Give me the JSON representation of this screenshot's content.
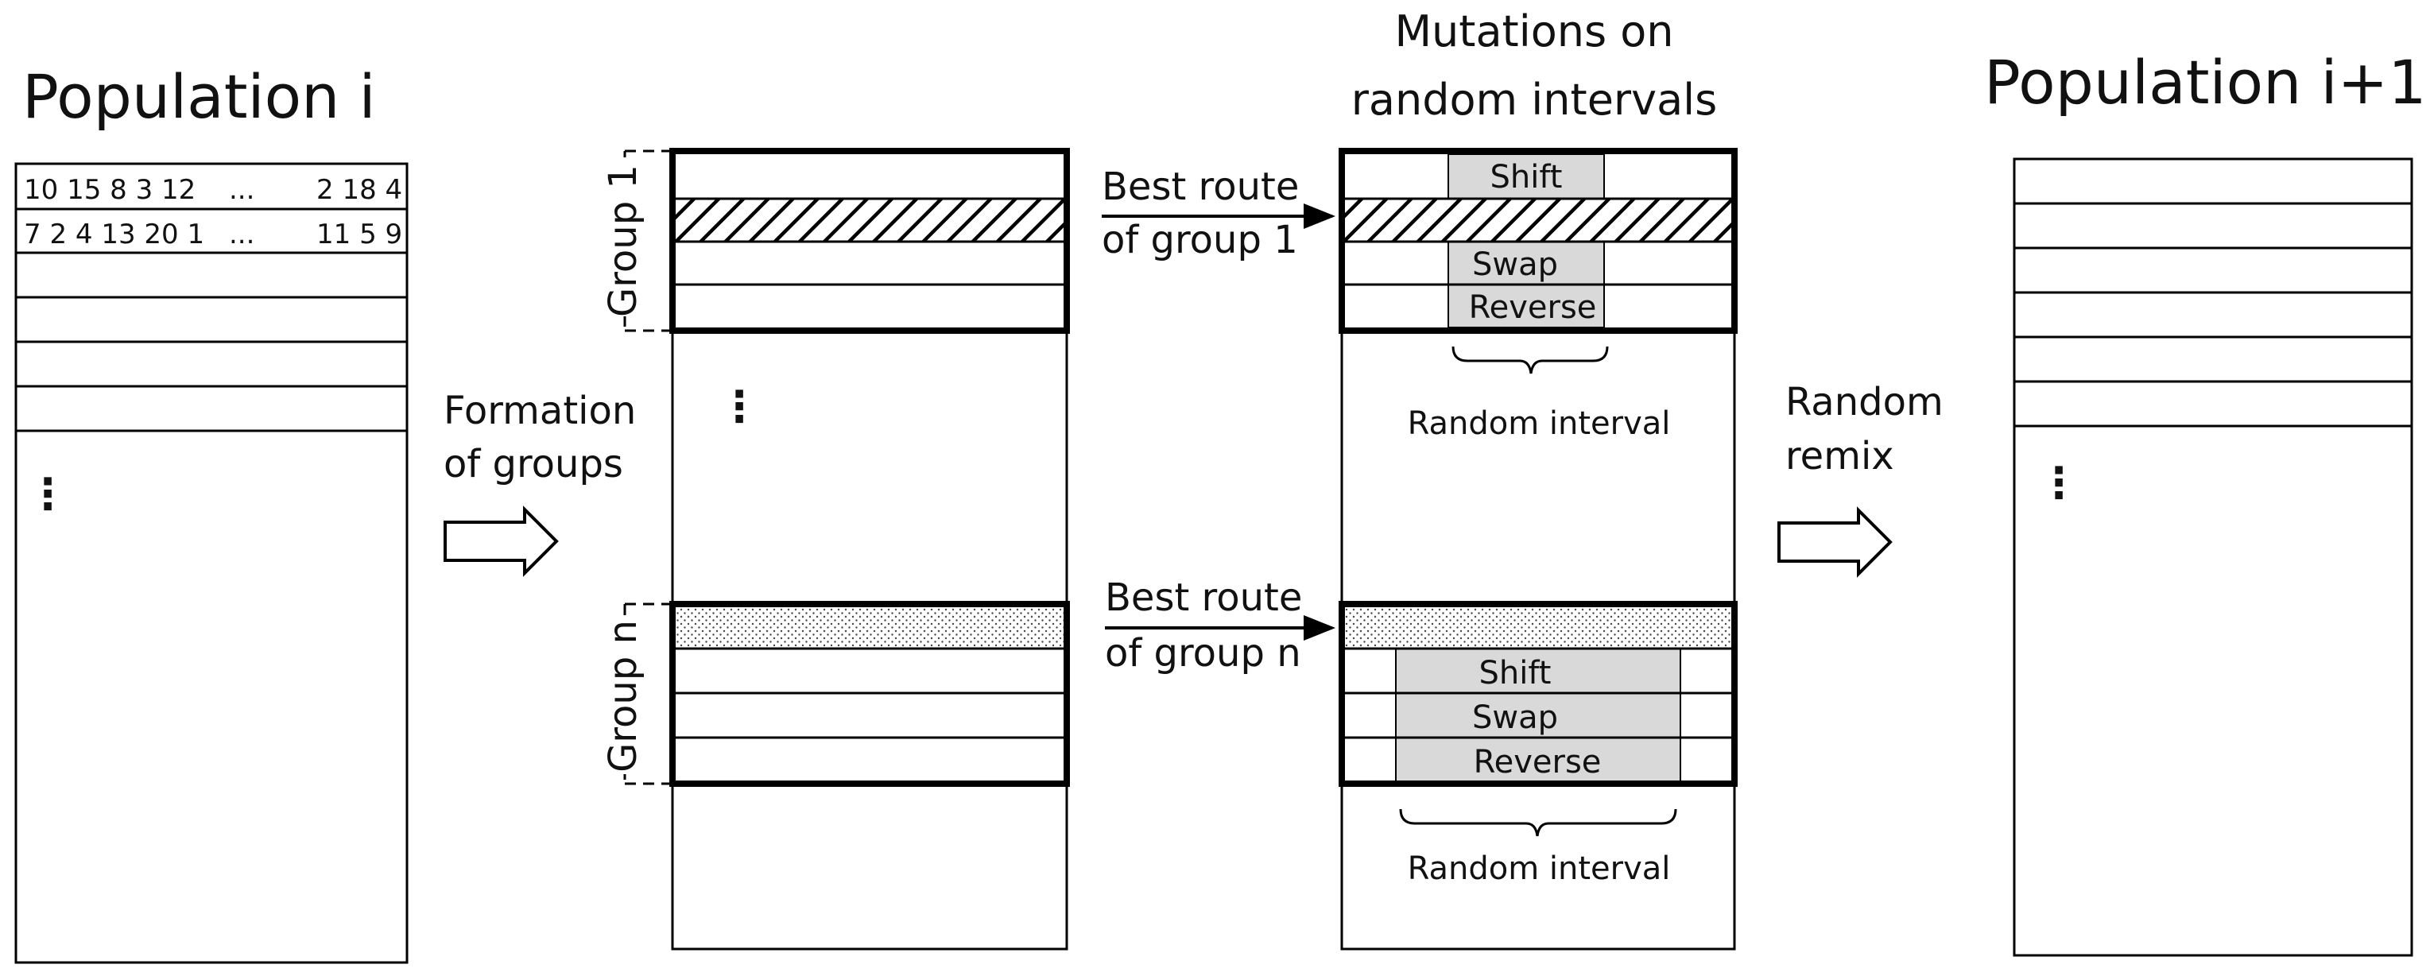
{
  "population_i": {
    "title": "Population i",
    "row1": {
      "left": "10 15 8 3 12",
      "ellipsis": "...",
      "right": "2 18 4"
    },
    "row2": {
      "left": "7 2 4 13 20 1",
      "ellipsis": "...",
      "right": "11 5 9"
    },
    "vdots": "⋮"
  },
  "formation": {
    "line1": "Formation",
    "line2": "of groups"
  },
  "groups": {
    "group1_label": "Group 1",
    "groupn_label": "Group n",
    "vdots": "⋮"
  },
  "best_route_1": {
    "line1": "Best route",
    "line2": "of group 1"
  },
  "best_route_n": {
    "line1": "Best route",
    "line2": "of group n"
  },
  "mutations": {
    "title_line1": "Mutations on",
    "title_line2": "random intervals",
    "group1_ops": [
      "Shift",
      "Swap",
      "Reverse"
    ],
    "groupn_ops": [
      "Shift",
      "Swap",
      "Reverse"
    ],
    "random_interval_1": "Random interval",
    "random_interval_n": "Random interval"
  },
  "remix": {
    "line1": "Random",
    "line2": "remix"
  },
  "population_next": {
    "title": "Population i+1",
    "vdots": "⋮"
  }
}
